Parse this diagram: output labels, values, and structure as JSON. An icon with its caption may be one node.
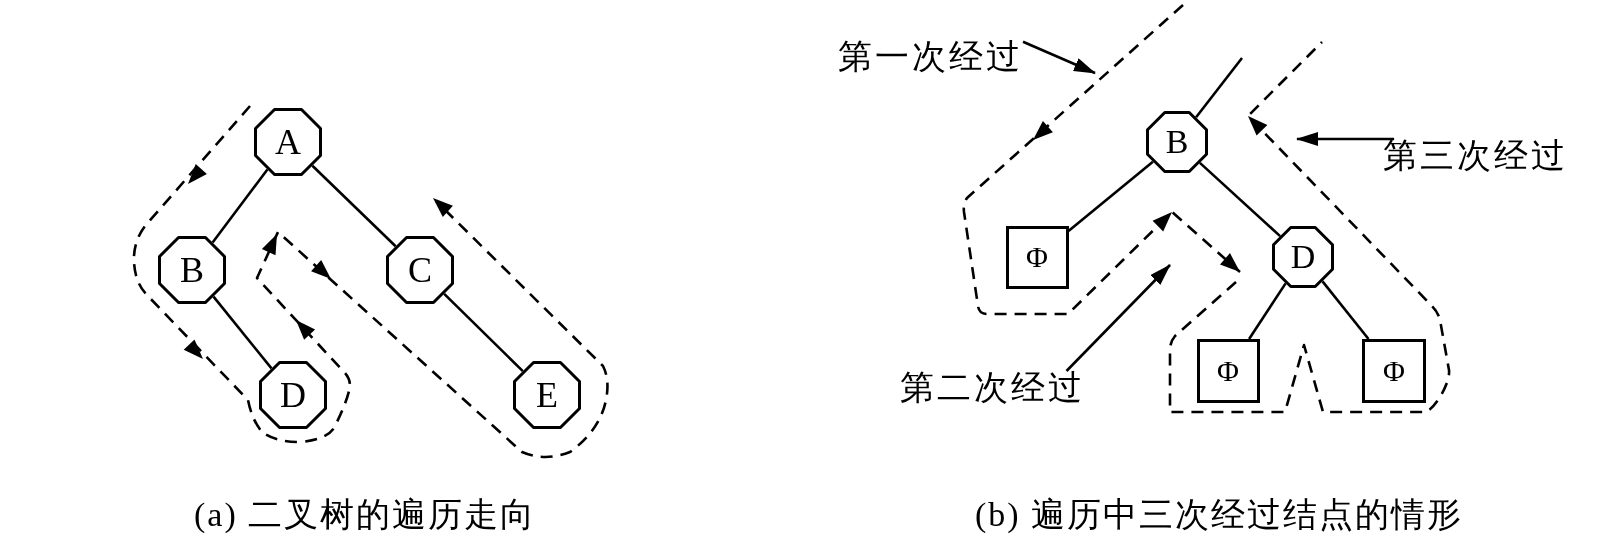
{
  "diagram": {
    "nodes": [
      {
        "text": [
          "A"
        ]
      },
      {
        "text": [
          "B"
        ]
      },
      {
        "text": [
          "C"
        ]
      },
      {
        "text": [
          "D"
        ]
      },
      {
        "text": [
          "E"
        ]
      },
      {
        "text": [
          "B"
        ]
      },
      {
        "text": [
          "Φ"
        ]
      },
      {
        "text": [
          "D"
        ]
      },
      {
        "text": [
          "Φ"
        ]
      },
      {
        "text": [
          "Φ"
        ]
      },
      {
        "text": [
          "第一次经过"
        ]
      },
      {
        "text": [
          "第二次经过"
        ]
      },
      {
        "text": [
          "第三次经过"
        ]
      }
    ],
    "edges": [
      {
        "from": 0,
        "to": 1,
        "arrow": "none"
      },
      {
        "from": 0,
        "to": 2,
        "arrow": "none"
      },
      {
        "from": 1,
        "to": 3,
        "arrow": "none"
      },
      {
        "from": 2,
        "to": 4,
        "arrow": "none"
      },
      {
        "from": null,
        "to": 5,
        "arrow": "none"
      },
      {
        "from": 5,
        "to": 6,
        "arrow": "none"
      },
      {
        "from": 5,
        "to": 7,
        "arrow": "none"
      },
      {
        "from": 7,
        "to": 8,
        "arrow": "none"
      },
      {
        "from": 7,
        "to": 9,
        "arrow": "none"
      },
      {
        "from": 10,
        "to": null,
        "arrow": "to"
      },
      {
        "from": 11,
        "to": null,
        "arrow": "to"
      },
      {
        "from": 12,
        "to": null,
        "arrow": "to"
      }
    ],
    "labels": [
      "(a) 二叉树的遍历走向",
      "(b) 遍历中三次经过结点的情形"
    ]
  }
}
